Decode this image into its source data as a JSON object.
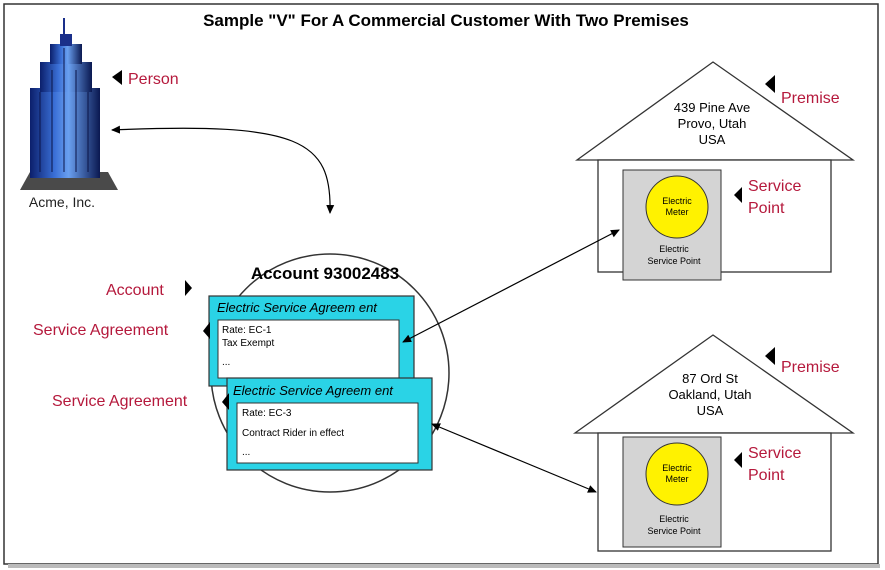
{
  "title": "Sample \"V\" For A Commercial Customer With Two Premises",
  "person": {
    "name": "Acme, Inc.",
    "label": "Person"
  },
  "account": {
    "label": "Account",
    "title": "Account 93002483"
  },
  "agreements": [
    {
      "label": "Service Agreement",
      "header": "Electric Service Agreem ent",
      "lines": [
        "Rate: EC-1",
        "Tax Exempt",
        "..."
      ]
    },
    {
      "label": "Service Agreement",
      "header": "Electric Service Agreem ent",
      "lines": [
        "Rate: EC-3",
        "Contract Rider in effect",
        "..."
      ]
    }
  ],
  "premises": [
    {
      "label": "Premise",
      "address": [
        "439 Pine Ave",
        "Provo, Utah",
        "USA"
      ],
      "sp_label": [
        "Service",
        "Point"
      ],
      "meter": [
        "Electric",
        "Meter"
      ],
      "sp_caption": [
        "Electric",
        "Service Point"
      ]
    },
    {
      "label": "Premise",
      "address": [
        "87 Ord St",
        "Oakland, Utah",
        "USA"
      ],
      "sp_label": [
        "Service",
        "Point"
      ],
      "meter": [
        "Electric",
        "Meter"
      ],
      "sp_caption": [
        "Electric",
        "Service Point"
      ]
    }
  ],
  "colors": {
    "label_red": "#b5193c",
    "sa_cyan": "#2ad3e6",
    "meter_yellow": "#fff200",
    "sp_gray": "#d4d4d4",
    "frame": "#333333"
  }
}
